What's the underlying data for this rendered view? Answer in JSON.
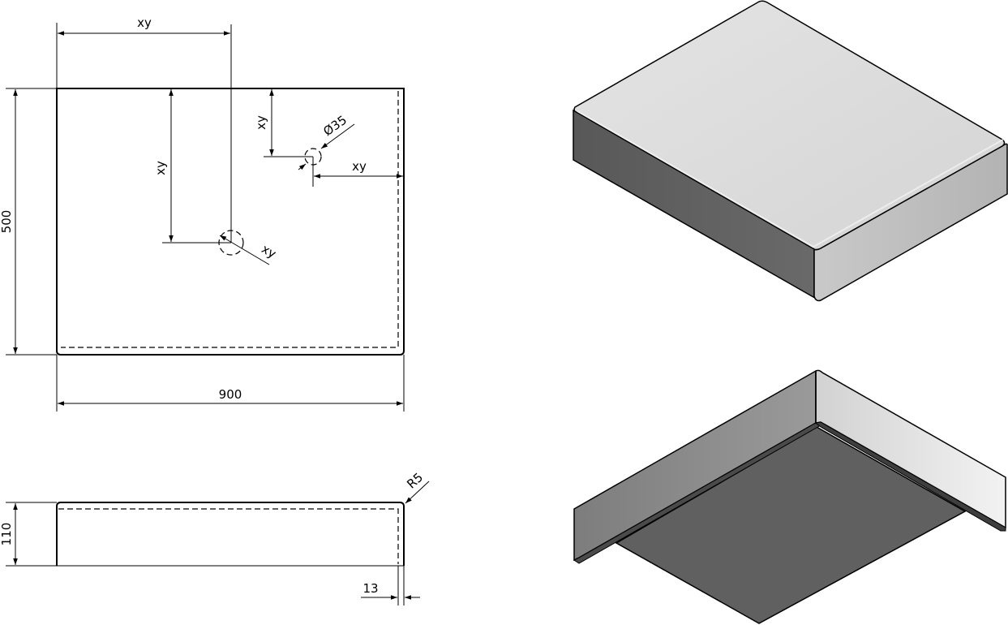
{
  "top_view": {
    "dim_hole_x": "xy",
    "dim_hole_y": "xy",
    "dim_hole_dia": "xy",
    "dim_small_y": "xy",
    "dim_small_x": "xy",
    "dim_small_dia": "Ø35",
    "dim_depth": "500",
    "dim_width": "900"
  },
  "side_view": {
    "dim_height": "110",
    "dim_radius": "R5",
    "dim_thickness": "13"
  },
  "colors": {
    "line": "#000000",
    "top_face": "#d9d9d9",
    "front_face": "#5f5f5f",
    "side_face": "#bdbdbd",
    "bottom_face": "#606060",
    "inner_wall_left": "#8a8a8a",
    "inner_wall_right": "#e6e6e6"
  }
}
